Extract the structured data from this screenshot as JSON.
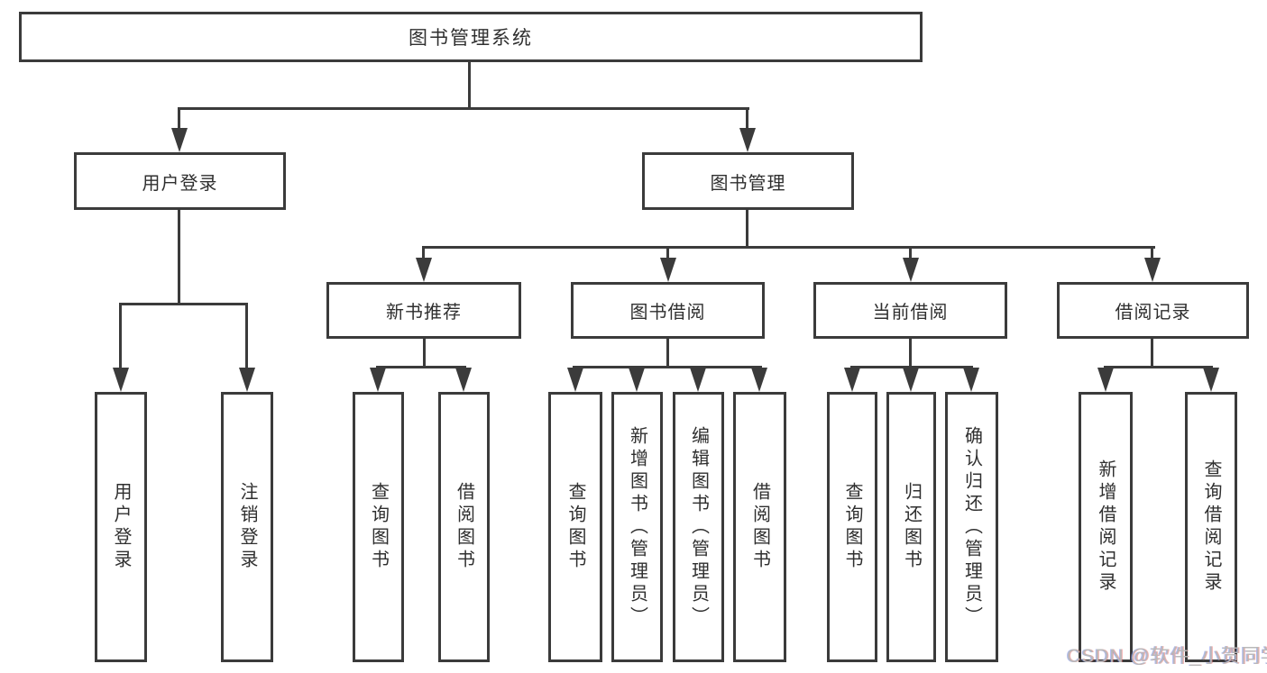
{
  "diagram": {
    "root": {
      "label": "图书管理系统"
    },
    "branches": [
      {
        "label": "用户登录",
        "children": [
          {
            "label": "用户登录"
          },
          {
            "label": "注销登录"
          }
        ]
      },
      {
        "label": "图书管理",
        "children": [
          {
            "label": "新书推荐",
            "children": [
              {
                "label": "查询图书"
              },
              {
                "label": "借阅图书"
              }
            ]
          },
          {
            "label": "图书借阅",
            "children": [
              {
                "label": "查询图书"
              },
              {
                "label": "新增图书（管理员）"
              },
              {
                "label": "编辑图书（管理员）"
              },
              {
                "label": "借阅图书"
              }
            ]
          },
          {
            "label": "当前借阅",
            "children": [
              {
                "label": "查询图书"
              },
              {
                "label": "归还图书"
              },
              {
                "label": "确认归还（管理员）"
              }
            ]
          },
          {
            "label": "借阅记录",
            "children": [
              {
                "label": "新增借阅记录"
              },
              {
                "label": "查询借阅记录"
              }
            ]
          }
        ]
      }
    ]
  },
  "colors": {
    "line": "#3b3b3b",
    "text": "#2f2f2f",
    "watermark": "#b9b9b9"
  },
  "watermark": {
    "text": "CSDN @软件_小贺同学"
  }
}
